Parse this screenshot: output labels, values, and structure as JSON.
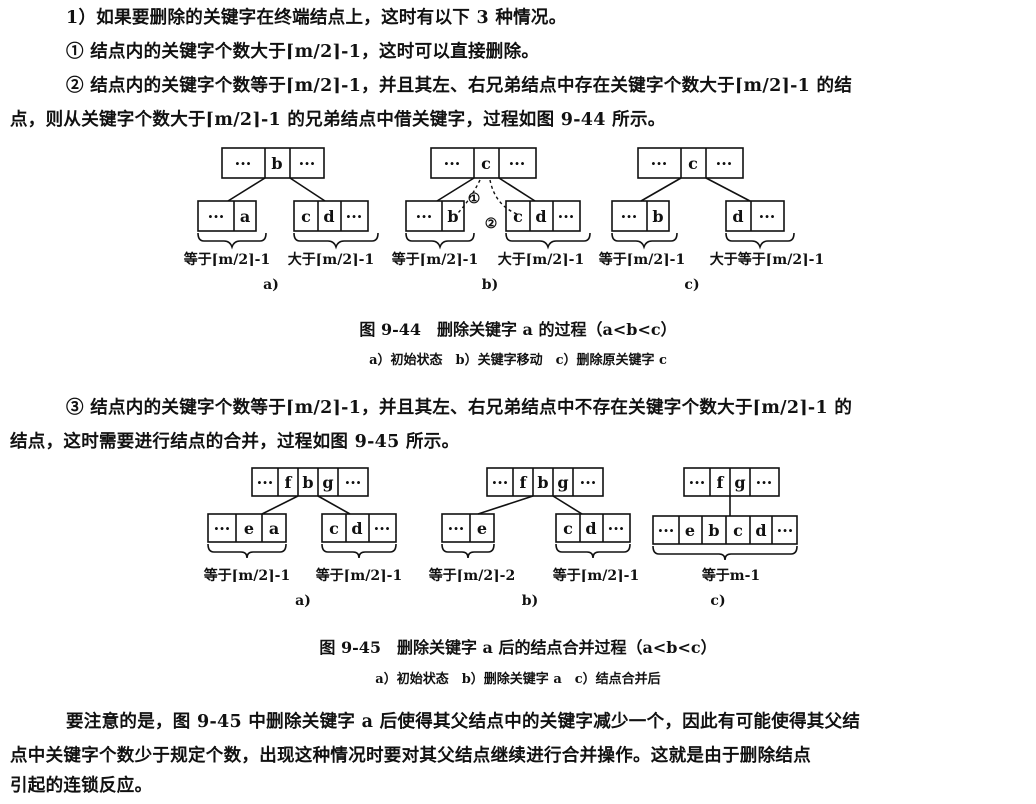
{
  "paragraphs": {
    "p1": "1）如果要删除的关键字在终端结点上，这时有以下 3 种情况。",
    "p2": "① 结点内的关键字个数大于⌈m/2⌉-1，这时可以直接删除。",
    "p3a": "② 结点内的关键字个数等于⌈m/2⌉-1，并且其左、右兄弟结点中存在关键字个数大于⌈m/2⌉-1 的结",
    "p3b": "点，则从关键字个数大于⌈m/2⌉-1 的兄弟结点中借关键字，过程如图 9-44 所示。",
    "p4a": "③ 结点内的关键字个数等于⌈m/2⌉-1，并且其左、右兄弟结点中不存在关键字个数大于⌈m/2⌉-1 的",
    "p4b": "结点，这时需要进行结点的合并，过程如图 9-45 所示。",
    "p5a": "要注意的是，图 9-45 中删除关键字 a 后使得其父结点中的关键字减少一个，因此有可能使得其父结",
    "p5b": "点中关键字个数少于规定个数，出现这种情况时要对其父结点继续进行合并操作。这就是由于删除结点",
    "p5c": "引起的连锁反应。"
  },
  "fig44": {
    "caption": "图 9-44　删除关键字 a 的过程（a<b<c）",
    "subcaption": "a）初始状态　b）关键字移动　c）删除原关键字 c",
    "a": {
      "parent": [
        "···",
        "b",
        "···"
      ],
      "left": [
        "···",
        "a"
      ],
      "right": [
        "c",
        "d",
        "···"
      ],
      "label_left": "等于⌈m/2⌉-1",
      "label_right": "大于⌈m/2⌉-1",
      "tag": "a)"
    },
    "b": {
      "parent": [
        "···",
        "c",
        "···"
      ],
      "left": [
        "···",
        "b"
      ],
      "right": [
        "c",
        "d",
        "···"
      ],
      "label_left": "等于⌈m/2⌉-1",
      "label_right": "大于⌈m/2⌉-1",
      "tag": "b)",
      "step1": "①",
      "step2": "②"
    },
    "c": {
      "parent": [
        "···",
        "c",
        "···"
      ],
      "left": [
        "···",
        "b"
      ],
      "right": [
        "d",
        "···"
      ],
      "label_left": "等于⌈m/2⌉-1",
      "label_right": "大于等于⌈m/2⌉-1",
      "tag": "c)"
    }
  },
  "fig45": {
    "caption": "图 9-45　删除关键字 a 后的结点合并过程（a<b<c）",
    "subcaption": "a）初始状态　b）删除关键字 a　c）结点合并后",
    "a": {
      "parent": [
        "···",
        "f",
        "b",
        "g",
        "···"
      ],
      "left": [
        "···",
        "e",
        "a"
      ],
      "right": [
        "c",
        "d",
        "···"
      ],
      "label_left": "等于⌈m/2⌉-1",
      "label_right": "等于⌈m/2⌉-1",
      "tag": "a)"
    },
    "b": {
      "parent": [
        "···",
        "f",
        "b",
        "g",
        "···"
      ],
      "left": [
        "···",
        "e"
      ],
      "right": [
        "c",
        "d",
        "···"
      ],
      "label_left": "等于⌈m/2⌉-2",
      "label_right": "等于⌈m/2⌉-1",
      "tag": "b)"
    },
    "c": {
      "parent": [
        "···",
        "f",
        "g",
        "···"
      ],
      "merged": [
        "···",
        "e",
        "b",
        "c",
        "d",
        "···"
      ],
      "label": "等于m-1",
      "tag": "c)"
    }
  }
}
